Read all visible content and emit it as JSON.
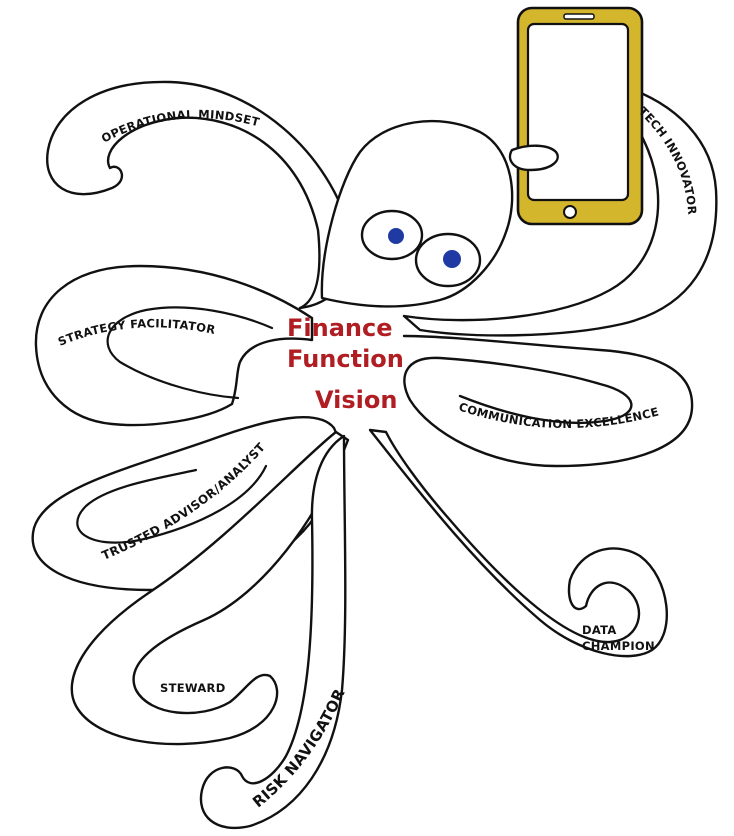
{
  "title": {
    "line1": "Finance",
    "line2": "Function",
    "line3": "Vision"
  },
  "arms": {
    "operational": "OPERATIONAL MINDSET",
    "strategy": "STRATEGY FACILITATOR",
    "trusted": "TRUSTED ADVISOR/ANALYST",
    "steward": "STEWARD",
    "risk": "RISK NAVIGATOR",
    "data_line1": "DATA",
    "data_line2": "CHAMPION",
    "communication": "COMMUNICATION EXCELLENCE",
    "tech": "TECH INNOVATOR"
  },
  "colors": {
    "title": "#b01d22",
    "phone_body": "#d4b62c",
    "pupil": "#1f3aa3",
    "outline": "#111111"
  },
  "icons": {
    "phone": "smartphone-icon",
    "eyes": "octopus-eyes"
  }
}
